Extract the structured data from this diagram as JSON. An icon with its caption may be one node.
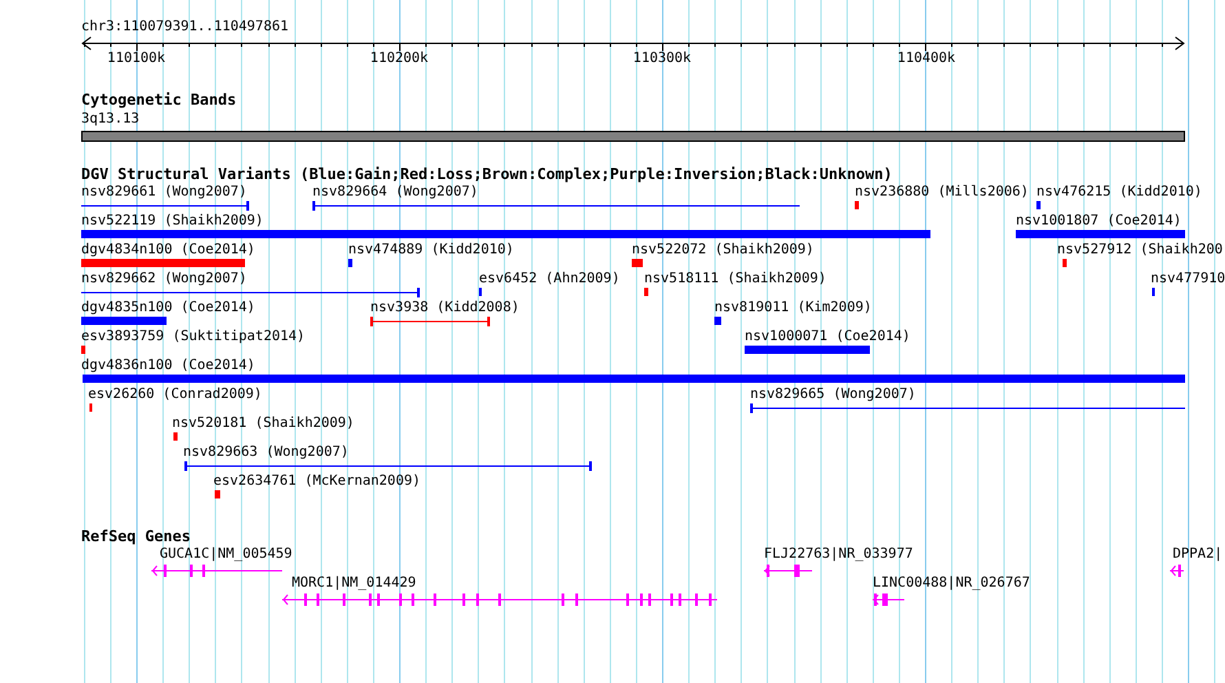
{
  "diagram": {
    "title": "chr3:110079391..110497861",
    "nodes": [
      {
        "text": [
          "3q13.13"
        ]
      },
      {
        "text": [
          "nsv829661 (Wong2007)"
        ]
      },
      {
        "text": [
          "nsv829664 (Wong2007)"
        ]
      },
      {
        "text": [
          "nsv236880 (Mills2006)"
        ]
      },
      {
        "text": [
          "nsv476215 (Kidd2010)"
        ]
      },
      {
        "text": [
          "nsv522119 (Shaikh2009)"
        ]
      },
      {
        "text": [
          "nsv1001807 (Coe2014)"
        ]
      },
      {
        "text": [
          "dgv4834n100 (Coe2014)"
        ]
      },
      {
        "text": [
          "nsv474889 (Kidd2010)"
        ]
      },
      {
        "text": [
          "nsv522072 (Shaikh2009)"
        ]
      },
      {
        "text": [
          "nsv527912 (Shaikh200"
        ]
      },
      {
        "text": [
          "nsv829662 (Wong2007)"
        ]
      },
      {
        "text": [
          "esv6452 (Ahn2009)"
        ]
      },
      {
        "text": [
          "nsv518111 (Shaikh2009)"
        ]
      },
      {
        "text": [
          "nsv477910"
        ]
      },
      {
        "text": [
          "dgv4835n100 (Coe2014)"
        ]
      },
      {
        "text": [
          "nsv3938 (Kidd2008)"
        ]
      },
      {
        "text": [
          "nsv819011 (Kim2009)"
        ]
      },
      {
        "text": [
          "esv3893759 (Suktitipat2014)"
        ]
      },
      {
        "text": [
          "nsv1000071 (Coe2014)"
        ]
      },
      {
        "text": [
          "dgv4836n100 (Coe2014)"
        ]
      },
      {
        "text": [
          "esv26260 (Conrad2009)"
        ]
      },
      {
        "text": [
          "nsv829665 (Wong2007)"
        ]
      },
      {
        "text": [
          "nsv520181 (Shaikh2009)"
        ]
      },
      {
        "text": [
          "nsv829663 (Wong2007)"
        ]
      },
      {
        "text": [
          "esv2634761 (McKernan2009)"
        ]
      },
      {
        "text": [
          "GUCA1C|NM_005459"
        ]
      },
      {
        "text": [
          "FLJ22763|NR_033977"
        ]
      },
      {
        "text": [
          "DPPA2|"
        ]
      },
      {
        "text": [
          "MORC1|NM_014429"
        ]
      },
      {
        "text": [
          "LINC00488|NR_026767"
        ]
      }
    ],
    "labels": [
      "110100k",
      "110200k",
      "110300k",
      "110400k",
      "Cytogenetic Bands",
      "DGV Structural Variants (Blue:Gain;Red:Loss;Brown:Complex;Purple:Inversion;Black:Unknown)",
      "RefSeq Genes"
    ]
  }
}
